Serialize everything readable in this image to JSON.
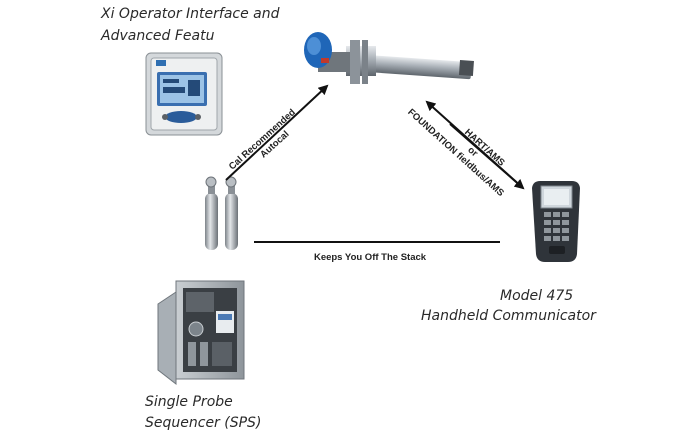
{
  "labels": {
    "xi_line1": "Xi Operator Interface and",
    "xi_line2": "Advanced Featu",
    "model_line1": "Model 475",
    "model_line2": "Handheld Communicator",
    "sps_line1": "Single Probe",
    "sps_line2": "Sequencer (SPS)"
  },
  "arrows": {
    "cal_line1": "Cal Recommended",
    "cal_line2": "Autocal",
    "hart_line1": "HART/AMS",
    "hart_line2": "or",
    "hart_line3": "FOUNDATION fieldbus/AMS",
    "stack": "Keeps You Off The Stack"
  },
  "colors": {
    "probe_blue": "#1f66b8",
    "steel": "#9aa3ab",
    "device_dark": "#2f343a",
    "arrow": "#111111"
  }
}
